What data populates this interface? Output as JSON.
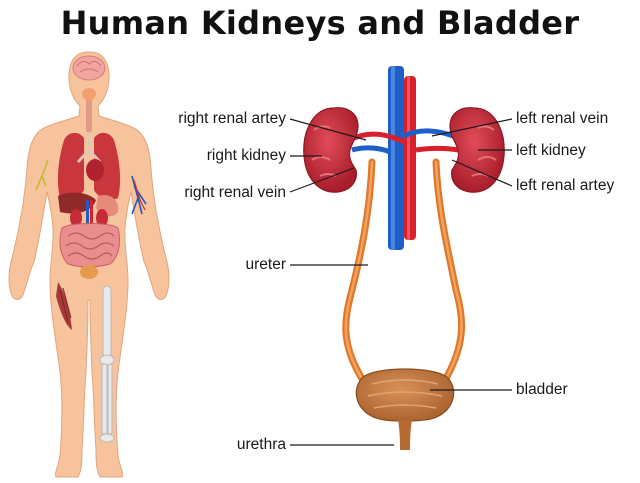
{
  "title": "Human Kidneys and Bladder",
  "labels": {
    "right_renal_artery": "right renal artey",
    "right_kidney": "right kidney",
    "right_renal_vein": "right renal vein",
    "ureter": "ureter",
    "urethra": "urethra",
    "left_renal_vein": "left renal vein",
    "left_kidney": "left kidney",
    "left_renal_artery": "left renal artey",
    "bladder": "bladder"
  },
  "colors": {
    "skin": "#f6c39c",
    "kidney": "#c62b3a",
    "artery": "#d81f2b",
    "vein": "#1e5fc7",
    "ureter": "#e0782c",
    "bladder": "#c87a3a"
  }
}
